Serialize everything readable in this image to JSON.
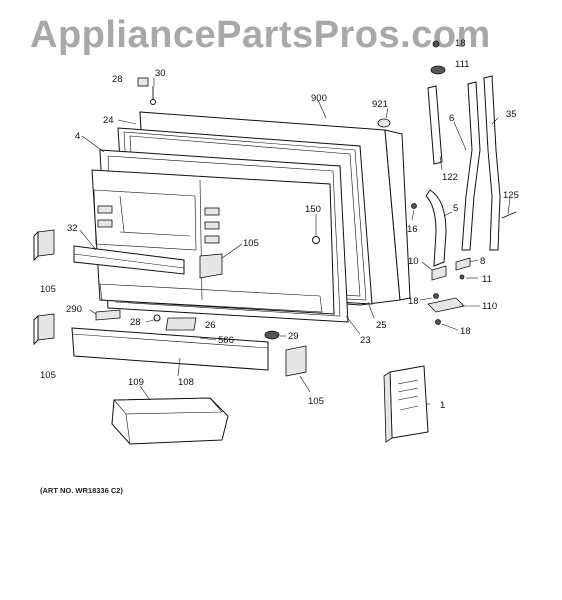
{
  "watermark": "AppliancePartsPros.com",
  "art_number": "(ART NO. WR18336 C2)",
  "callouts": {
    "c18a": "18",
    "c111": "111",
    "c28a": "28",
    "c30": "30",
    "c900": "900",
    "c921": "921",
    "c24": "24",
    "c6": "6",
    "c35": "35",
    "c4": "4",
    "c122": "122",
    "c125": "125",
    "c5": "5",
    "c16": "16",
    "c150": "150",
    "c32": "32",
    "c105a": "105",
    "c10": "10",
    "c8": "8",
    "c11": "11",
    "c18b": "18",
    "c110": "110",
    "c105b": "105",
    "c290": "290",
    "c28b": "28",
    "c26": "26",
    "c25": "25",
    "c18c": "18",
    "c566": "566",
    "c29": "29",
    "c23": "23",
    "c105c": "105",
    "c108": "108",
    "c105d": "105",
    "c109": "109",
    "c1": "1"
  }
}
